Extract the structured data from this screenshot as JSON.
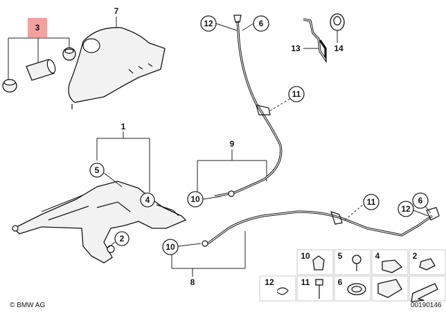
{
  "callouts": {
    "c1": "1",
    "c2": "2",
    "c3": "3",
    "c4": "4",
    "c5": "5",
    "c6a": "6",
    "c6b": "6",
    "c7": "7",
    "c8": "8",
    "c9": "9",
    "c10a": "10",
    "c10b": "10",
    "c11a": "11",
    "c11b": "11",
    "c12a": "12",
    "c12b": "12",
    "c13": "13",
    "c14": "14"
  },
  "legend": {
    "l10": "10",
    "l5": "5",
    "l4": "4",
    "l2": "2",
    "l12": "12",
    "l11": "11",
    "l6": "6"
  },
  "highlight_color": "#f4a0a0",
  "footer": {
    "copyright": "© BMW AG",
    "diagram_id": "00190146"
  }
}
